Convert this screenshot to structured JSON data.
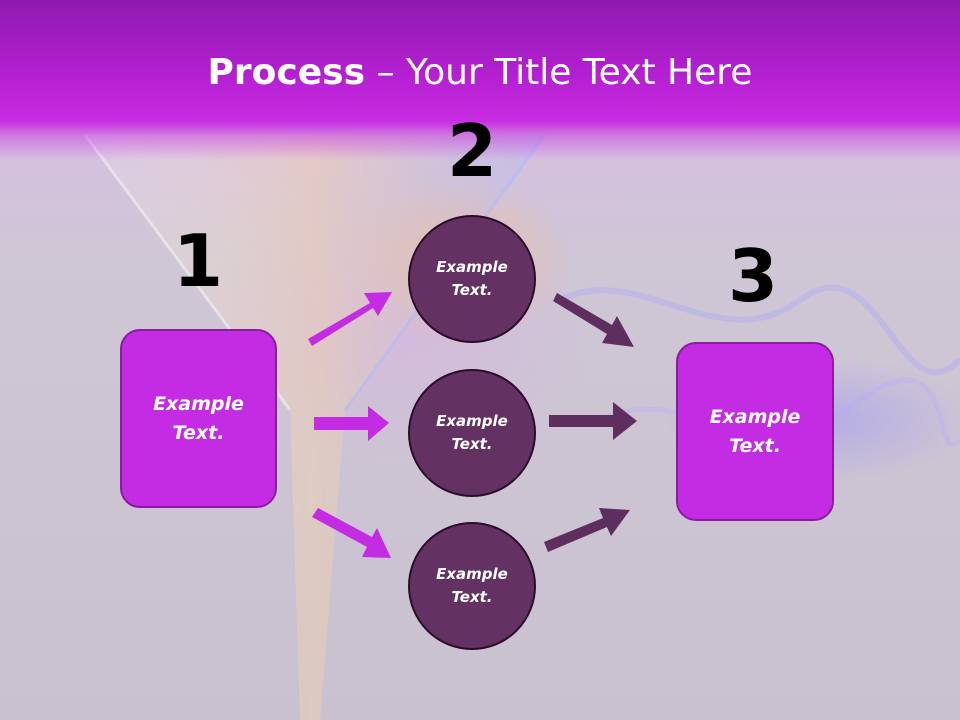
{
  "title": {
    "bold": "Process",
    "rest": " – Your Title Text Here"
  },
  "steps": [
    {
      "number": "1",
      "line1": "Example",
      "line2": "Text."
    },
    {
      "number": "2"
    },
    {
      "number": "3",
      "line1": "Example",
      "line2": "Text."
    }
  ],
  "circles": [
    {
      "line1": "Example",
      "line2": "Text."
    },
    {
      "line1": "Example",
      "line2": "Text."
    },
    {
      "line1": "Example",
      "line2": "Text."
    }
  ],
  "colors": {
    "header": "#b21fd0",
    "box_fill": "#c42ce3",
    "circle_fill": "#633162",
    "arrow_left": "#c42ce3",
    "arrow_right": "#5e2e5f"
  }
}
